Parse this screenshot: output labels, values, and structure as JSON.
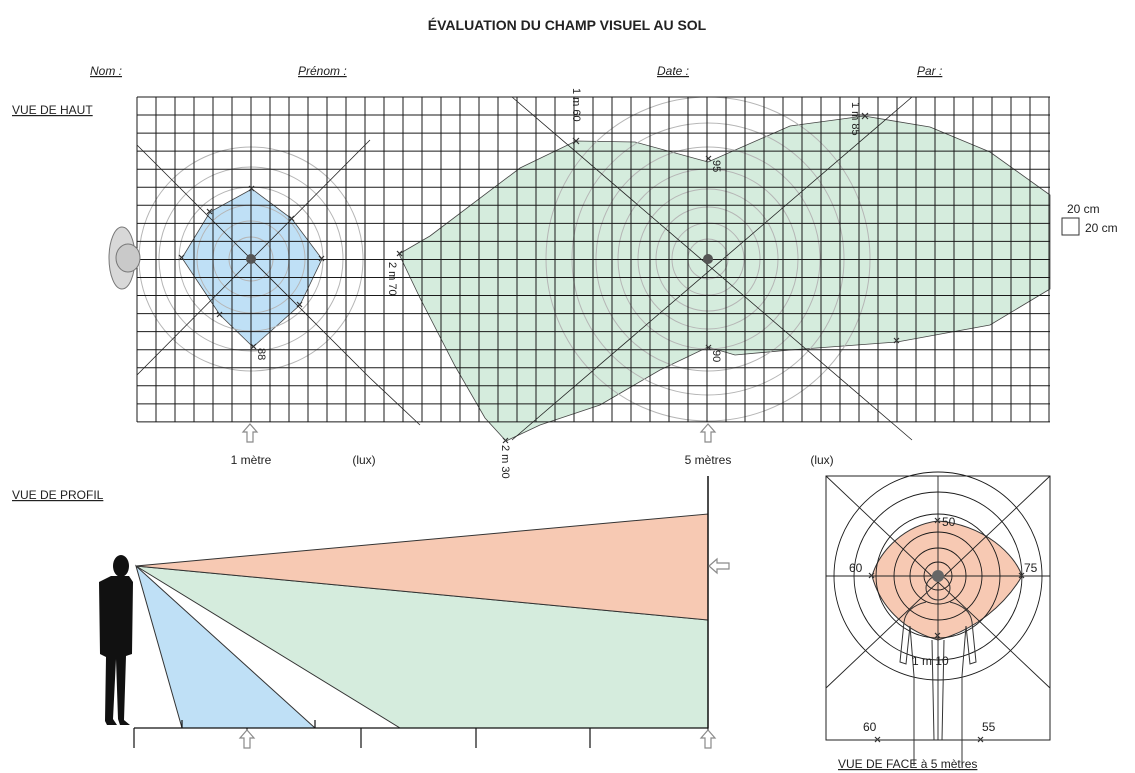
{
  "title": "ÉVALUATION DU CHAMP VISUEL AU SOL",
  "header": {
    "nom": "Nom :",
    "prenom": "Prénom :",
    "date": "Date :",
    "par": "Par :"
  },
  "sections": {
    "top": "VUE DE HAUT",
    "profile": "VUE DE PROFIL",
    "front": "VUE DE FACE à 5 mètres"
  },
  "scale_legend": {
    "top": "20 cm",
    "square": "20 cm"
  },
  "top_view": {
    "label_1m": "1 mètre",
    "label_lux1": "(lux)",
    "label_5m": "5 mètres",
    "label_lux2": "(lux)",
    "meas_1m60": "1 m 60",
    "meas_1m85": "1 m 85",
    "meas_95": "95",
    "meas_2m70": "2 m 70",
    "meas_88": "88",
    "meas_90": "90",
    "meas_2m30": "2 m 30"
  },
  "front_view": {
    "v50": "50",
    "v60": "60",
    "v75": "75",
    "v1m10": "1 m 10",
    "bottom60": "60",
    "bottom55": "55"
  },
  "colors": {
    "blue": "#bfe0f6",
    "green": "#d5ecdd",
    "salmon": "#f7c9b3",
    "grid": "#1a1a1a",
    "circles": "#b5b5b5",
    "arrow": "#9a9a9a"
  }
}
